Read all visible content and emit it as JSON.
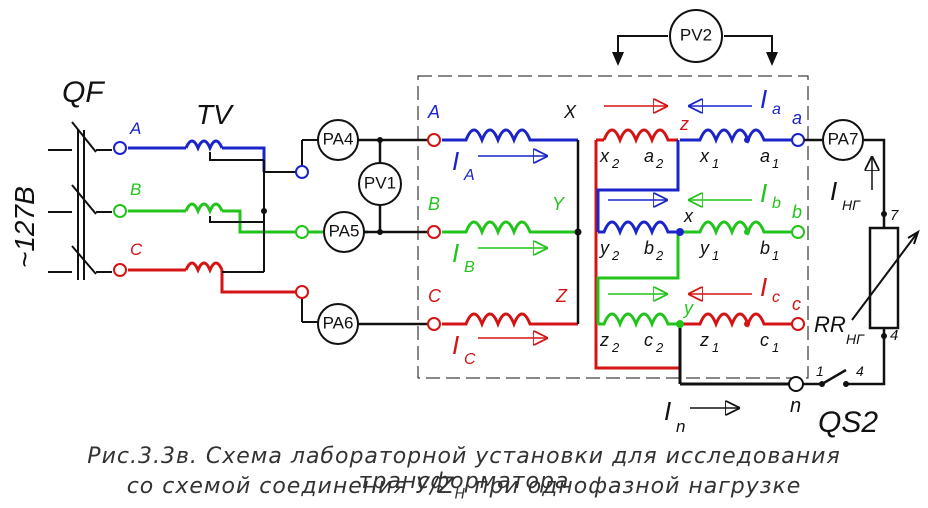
{
  "colors": {
    "phase_a": "#1a24c8",
    "phase_b": "#22c41c",
    "phase_c": "#d41414",
    "wire": "#111111"
  },
  "labels": {
    "breaker_qf": "QF",
    "supply_voltage": "~127B",
    "transformer_tv": "TV",
    "supply_phase_a": "A",
    "supply_phase_b": "B",
    "supply_phase_c": "C",
    "primary_a_start": "A",
    "primary_b_start": "B",
    "primary_c_start": "C",
    "primary_a_end": "X",
    "primary_b_end": "Y",
    "primary_c_end": "Z",
    "current_ia": "I",
    "current_ia_sub": "A",
    "current_ib": "I",
    "current_ib_sub": "B",
    "current_ic": "I",
    "current_ic_sub": "C",
    "sec_x2": "x",
    "sec_x2_sub": "2",
    "sec_a2": "a",
    "sec_a2_sub": "2",
    "sec_y2": "y",
    "sec_y2_sub": "2",
    "sec_b2": "b",
    "sec_b2_sub": "2",
    "sec_z2": "z",
    "sec_z2_sub": "2",
    "sec_c2": "c",
    "sec_c2_sub": "2",
    "sec_x1": "x",
    "sec_x1_sub": "1",
    "sec_a1": "a",
    "sec_a1_sub": "1",
    "sec_y1": "y",
    "sec_y1_sub": "1",
    "sec_b1": "b",
    "sec_b1_sub": "1",
    "sec_z1": "z",
    "sec_z1_sub": "1",
    "sec_c1": "c",
    "sec_c1_sub": "1",
    "node_z": "z",
    "node_x": "x",
    "node_y": "y",
    "current_i_a": "I",
    "current_i_a_sub": "a",
    "current_i_b": "I",
    "current_i_b_sub": "b",
    "current_i_c": "I",
    "current_i_c_sub": "c",
    "terminal_a": "a",
    "terminal_b": "b",
    "terminal_c": "c",
    "terminal_n": "n",
    "current_in": "I",
    "current_in_sub": "n",
    "current_ing": "I",
    "current_ing_sub": "НГ",
    "load_rr": "RR",
    "load_rr_sub": "НГ",
    "pin_7": "7",
    "pin_4_load": "4",
    "pin_1": "1",
    "pin_4_switch": "4",
    "switch_qs2": "QS2"
  },
  "meters": {
    "pa4": "PA4",
    "pa5": "PA5",
    "pa6": "PA6",
    "pa7": "PA7",
    "pv1": "PV1",
    "pv2": "PV2"
  },
  "caption": {
    "line1": "Рис.3.3в. Схема лабораторной установки для исследования трансформатора",
    "line2": "со схемой соединения У/Z",
    "line2_sub": "Н",
    "line2_end": " при однофазной нагрузке"
  }
}
